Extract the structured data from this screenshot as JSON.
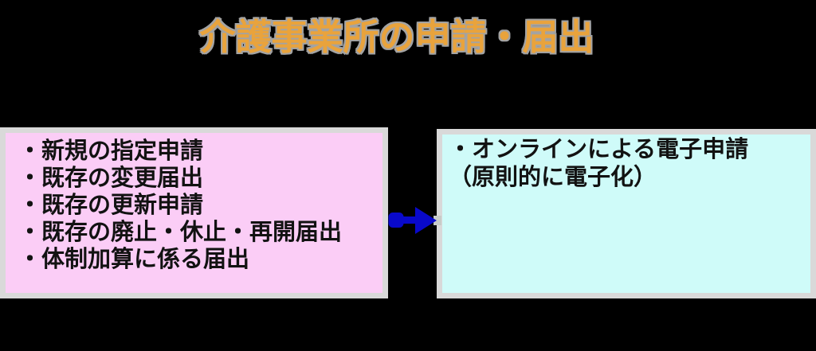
{
  "page": {
    "background_color": "#000000"
  },
  "title": {
    "text": "介護事業所の申請・届出",
    "color": "#E9A33C",
    "outline_color": "#A3A3A3"
  },
  "left_box": {
    "background_color": "#FBCDF6",
    "border_color": "#D9D9D9",
    "items": [
      "・新規の指定申請",
      "・既存の変更届出",
      "・既存の更新申請",
      "・既存の廃止・休止・再開届出",
      "・体制加算に係る届出"
    ]
  },
  "arrow": {
    "direction": "right",
    "color": "#0909CB"
  },
  "right_box": {
    "background_color": "#CFFBF9",
    "border_color": "#D9D9D9",
    "lines": [
      "・オンラインによる電子申請",
      "（原則的に電子化）"
    ]
  }
}
